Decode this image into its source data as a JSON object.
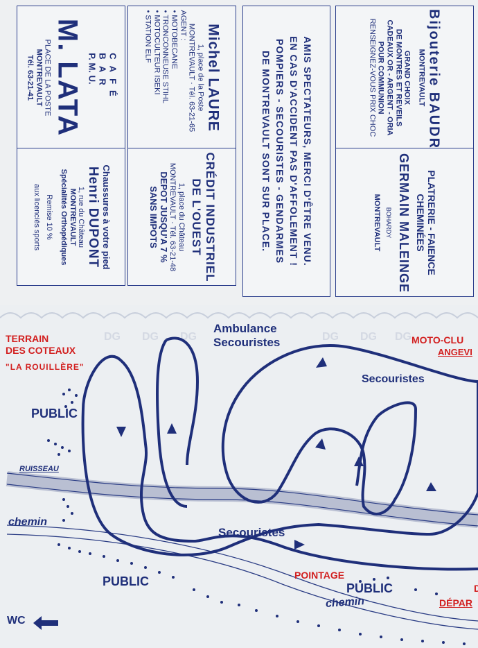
{
  "ads": {
    "lata": {
      "lines": [
        "CAFÉ",
        "B A R",
        "P. M. U."
      ],
      "name": "M. LATA",
      "address": "PLACE DE LA POSTE",
      "town": "MONTREVAULT",
      "tel": "Tél. 63-21-41"
    },
    "dupont": {
      "line1": "Chaussures à votre pied",
      "name": "Henri DUPONT",
      "address": "1, rue du Château",
      "town": "MONTREVAULT",
      "special": "Spécialités Orthopédiques",
      "remise": "Remise 10 %",
      "sports": "aux licenciés sports"
    },
    "laure": {
      "name": "Michel LAURE",
      "address": "1, place de la Poste",
      "town": "MONTREVAULT · Tél. 63-21-65",
      "agent": "AGENT :",
      "items": [
        "• MOTOBECANE",
        "• TRONCONNEUSE STIHL",
        "• MOTOCULTEUR ISEKI",
        "• STATION ELF"
      ]
    },
    "credit": {
      "name1": "CRÉDIT INDUSTRIEL",
      "name2": "DE L'OUEST",
      "address": "1, place du Château",
      "town": "MONTREVAULT · Tél. 63-21-48",
      "line1": "DEPOT JUSQU'A 7 %",
      "line2": "SANS IMPOTS"
    },
    "notice": {
      "lines": [
        "AMIS SPECTATEURS, MERCI D'ÊTRE VENU.",
        "EN CAS D'ACCIDENT PAS D'AFFOLEMENT !",
        "POMPIERS - SECOURISTES - GENDARMES",
        "DE MONTREVAULT SONT SUR PLACE."
      ]
    },
    "baudry": {
      "name": "Bijouterie BAUDRY",
      "town": "MONTREVAULT",
      "lines": [
        "GRAND CHOIX",
        "DE MONTRES ET REVEILS",
        "CADEAUX OR - ARGENT - ORIA",
        "POUR COMMUNION",
        "RENSEIGNEZ-VOUS PRIX CHOC"
      ]
    },
    "maleinge": {
      "line1": "PLATRERIE - FAIENCE",
      "line2": "CHEMINÉES",
      "name": "GERMAIN MALEINGE",
      "place": "BOHARDY",
      "town": "MONTREVAULT"
    }
  },
  "map": {
    "terrain1": "TERRAIN",
    "terrain2": "DES COTEAUX",
    "rouillere": "\"LA ROUILLÈRE\"",
    "ambulance": "Ambulance",
    "secouristes_top": "Secouristes",
    "secouristes_right": "Secouristes",
    "secouristes_mid": "Secouristes",
    "moto1": "MOTO-CLU",
    "moto2": "ANGEVI",
    "public1": "PUBLIC",
    "public2": "PUBLIC",
    "public3": "PUBLIC",
    "ruisseau": "RUISSEAU",
    "chemin1": "chemin",
    "chemin2": "chemin",
    "pointage": "POINTAGE",
    "depart": "DÉPAR",
    "depart_d": "D",
    "wc": "WC",
    "watermark": "DG",
    "colors": {
      "navy": "#1f2f7a",
      "red": "#d21f1f"
    }
  }
}
